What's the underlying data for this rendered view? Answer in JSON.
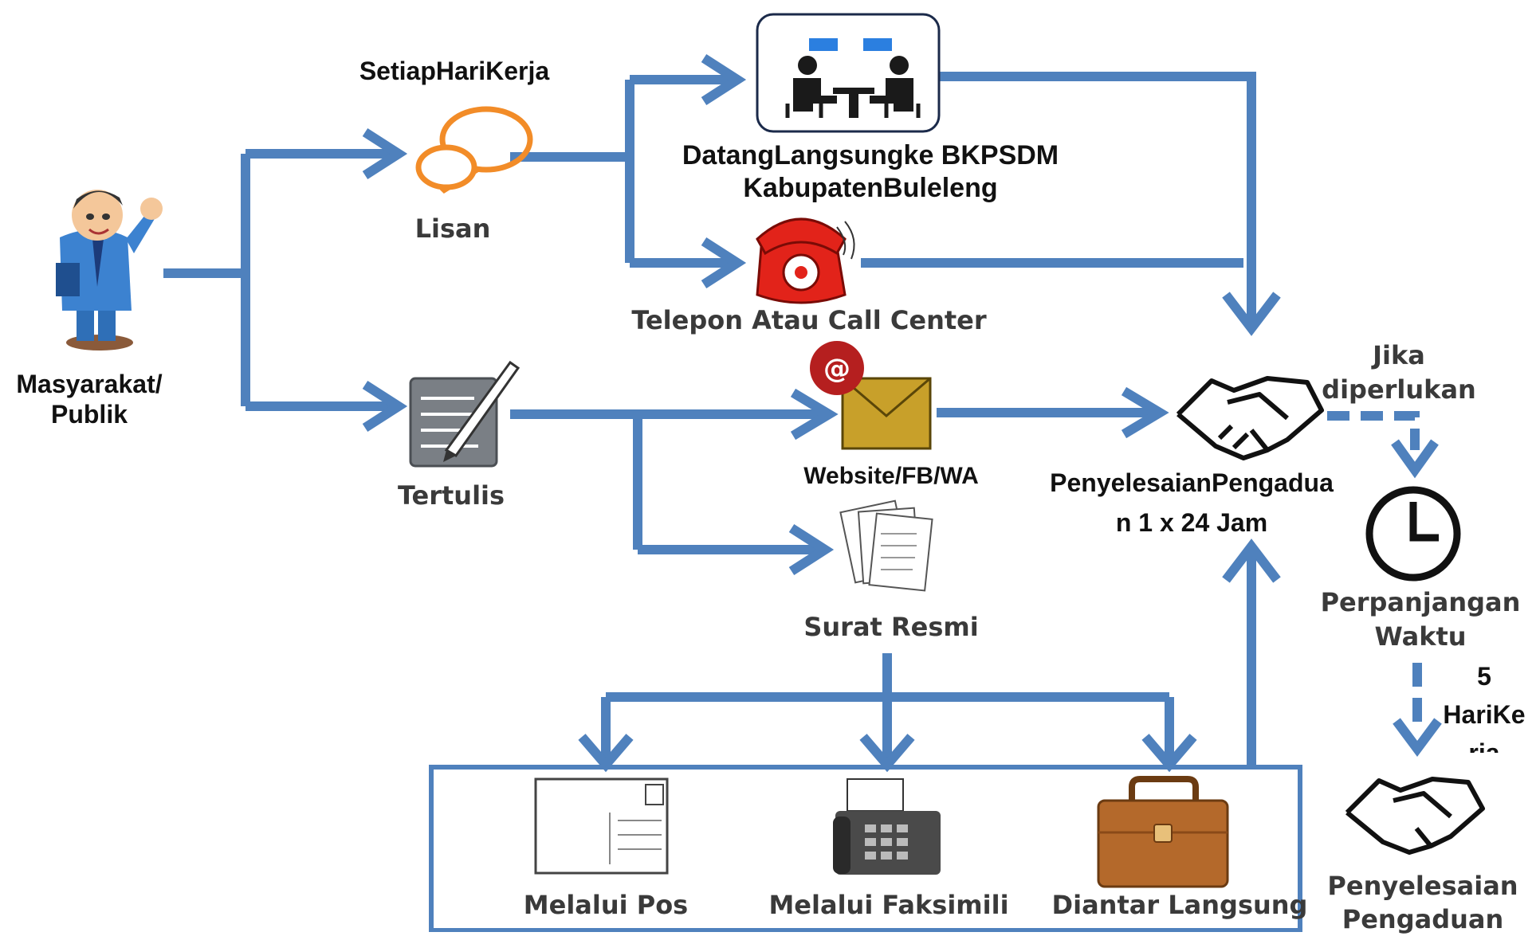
{
  "labels": {
    "publik": [
      "Masyarakat/",
      "Publik"
    ],
    "setiap": "SetiapHariKerja",
    "lisan": "Lisan",
    "tertulis": "Tertulis",
    "datang": [
      "DatangLangsungke BKPSDM",
      "KabupatenBuleleng"
    ],
    "telepon": "Telepon Atau Call Center",
    "website": "Website/FB/WA",
    "surat": "Surat Resmi",
    "penyelesaian_24": [
      "PenyelesaianPengadua",
      "n 1 x 24 Jam"
    ],
    "jika": [
      "Jika",
      "diperlukan"
    ],
    "perpanjangan": [
      "Perpanjangan",
      "Waktu"
    ],
    "hari": [
      "5",
      "HariKe",
      "rja"
    ],
    "penyelesaian": [
      "Penyelesaian",
      "Pengaduan"
    ],
    "pos": "Melalui Pos",
    "faks": "Melalui Faksimili",
    "diantar": "Diantar Langsung"
  },
  "colors": {
    "arrow": "#4f81bd",
    "box": "#4f81bd",
    "phone": "#e2231a",
    "envelope": "#c8a02a",
    "bag": "#b4692b",
    "speech": "#f28c28"
  },
  "icons": [
    "person-icon",
    "speech-bubbles-icon",
    "meeting-icon",
    "telephone-icon",
    "writing-icon",
    "email-icon",
    "documents-icon",
    "handshake-icon",
    "clock-icon",
    "postcard-icon",
    "fax-icon",
    "briefcase-icon"
  ]
}
